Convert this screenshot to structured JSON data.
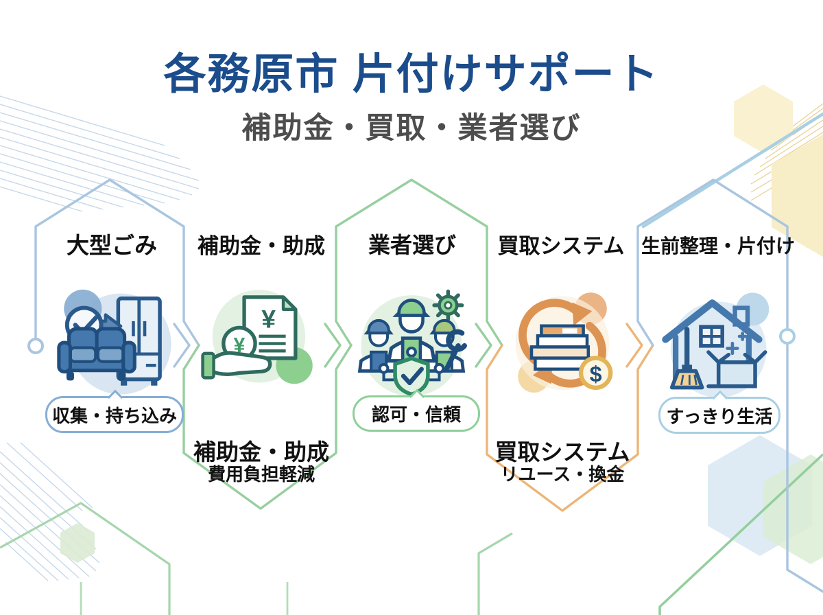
{
  "header": {
    "title": "各務原市 片付けサポート",
    "subtitle": "補助金・買取・業者選び"
  },
  "sections": [
    {
      "id": "large-garbage",
      "title": "大型ごみ",
      "bubble": "収集・持ち込み",
      "icon": "furniture-collection-icon",
      "accent": "#a9c5e0"
    },
    {
      "id": "subsidy",
      "title": "補助金・助成",
      "caption_title": "補助金・助成",
      "caption_sub": "費用負担軽減",
      "icon": "subsidy-hand-money-icon",
      "accent": "#97cf9f"
    },
    {
      "id": "contractor-choice",
      "title": "業者選び",
      "bubble": "認可・信頼",
      "icon": "workers-shield-icon",
      "accent": "#97cf9f"
    },
    {
      "id": "buyback",
      "title": "買取システム",
      "caption_title": "買取システム",
      "caption_sub": "リユース・換金",
      "icon": "recycle-books-money-icon",
      "accent": "#ecb678"
    },
    {
      "id": "estate-cleanup",
      "title": "生前整理・片付け",
      "bubble": "すっきり生活",
      "icon": "house-cleaning-icon",
      "accent": "#a8cfe3"
    }
  ],
  "colors": {
    "title_blue": "#1b4c8c",
    "subtitle_gray": "#4d4d4d",
    "panel_blue": "#a9c5e0",
    "panel_green": "#97cf9f",
    "panel_orange": "#ecb678",
    "bubble_blue_border": "#85aed4",
    "bubble_green_border": "#8fcf9a",
    "bubble_lightblue_border": "#a8cfe3"
  }
}
